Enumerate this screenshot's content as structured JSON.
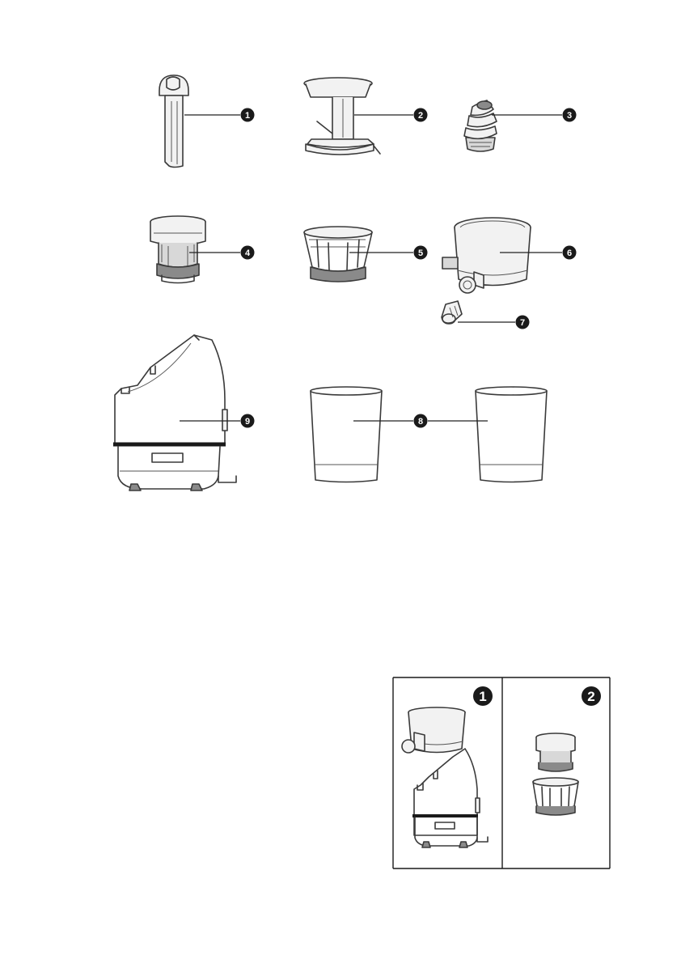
{
  "parts": [
    {
      "id": "pusher",
      "label": "1"
    },
    {
      "id": "hopper",
      "label": "2"
    },
    {
      "id": "auger",
      "label": "3"
    },
    {
      "id": "rotating-brush",
      "label": "4"
    },
    {
      "id": "filter",
      "label": "5"
    },
    {
      "id": "juicing-bowl",
      "label": "6"
    },
    {
      "id": "juice-cap",
      "label": "7"
    },
    {
      "id": "cups",
      "label": "8"
    },
    {
      "id": "main-body",
      "label": "9"
    }
  ],
  "steps": [
    {
      "label": "1"
    },
    {
      "label": "2"
    }
  ]
}
